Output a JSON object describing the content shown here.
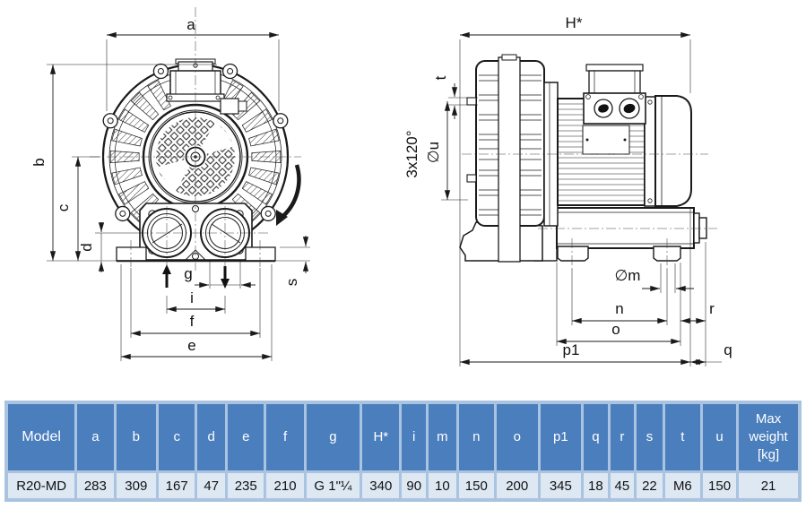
{
  "front_view": {
    "dims": {
      "a": "a",
      "b": "b",
      "c": "c",
      "d": "d",
      "e": "e",
      "f": "f",
      "g": "g",
      "i": "i",
      "s": "s"
    }
  },
  "side_view": {
    "dims": {
      "H": "H*",
      "t": "t",
      "u": "∅u",
      "angle": "3x120°",
      "m": "∅m",
      "n": "n",
      "o": "o",
      "p1": "p1",
      "q": "q",
      "r": "r"
    }
  },
  "table": {
    "headers": [
      "Model",
      "a",
      "b",
      "c",
      "d",
      "e",
      "f",
      "g",
      "H*",
      "i",
      "m",
      "n",
      "o",
      "p1",
      "q",
      "r",
      "s",
      "t",
      "u",
      "Max weight [kg]"
    ],
    "row": [
      "R20-MD",
      "283",
      "309",
      "167",
      "47",
      "235",
      "210",
      "G 1\"¼",
      "340",
      "90",
      "10",
      "150",
      "200",
      "345",
      "18",
      "45",
      "22",
      "M6",
      "150",
      "21"
    ]
  },
  "colors": {
    "header_bg": "#4a7ebc",
    "grid": "#a9c3e1",
    "row_bg": "#dde8f3",
    "line": "#1a1a1a"
  }
}
